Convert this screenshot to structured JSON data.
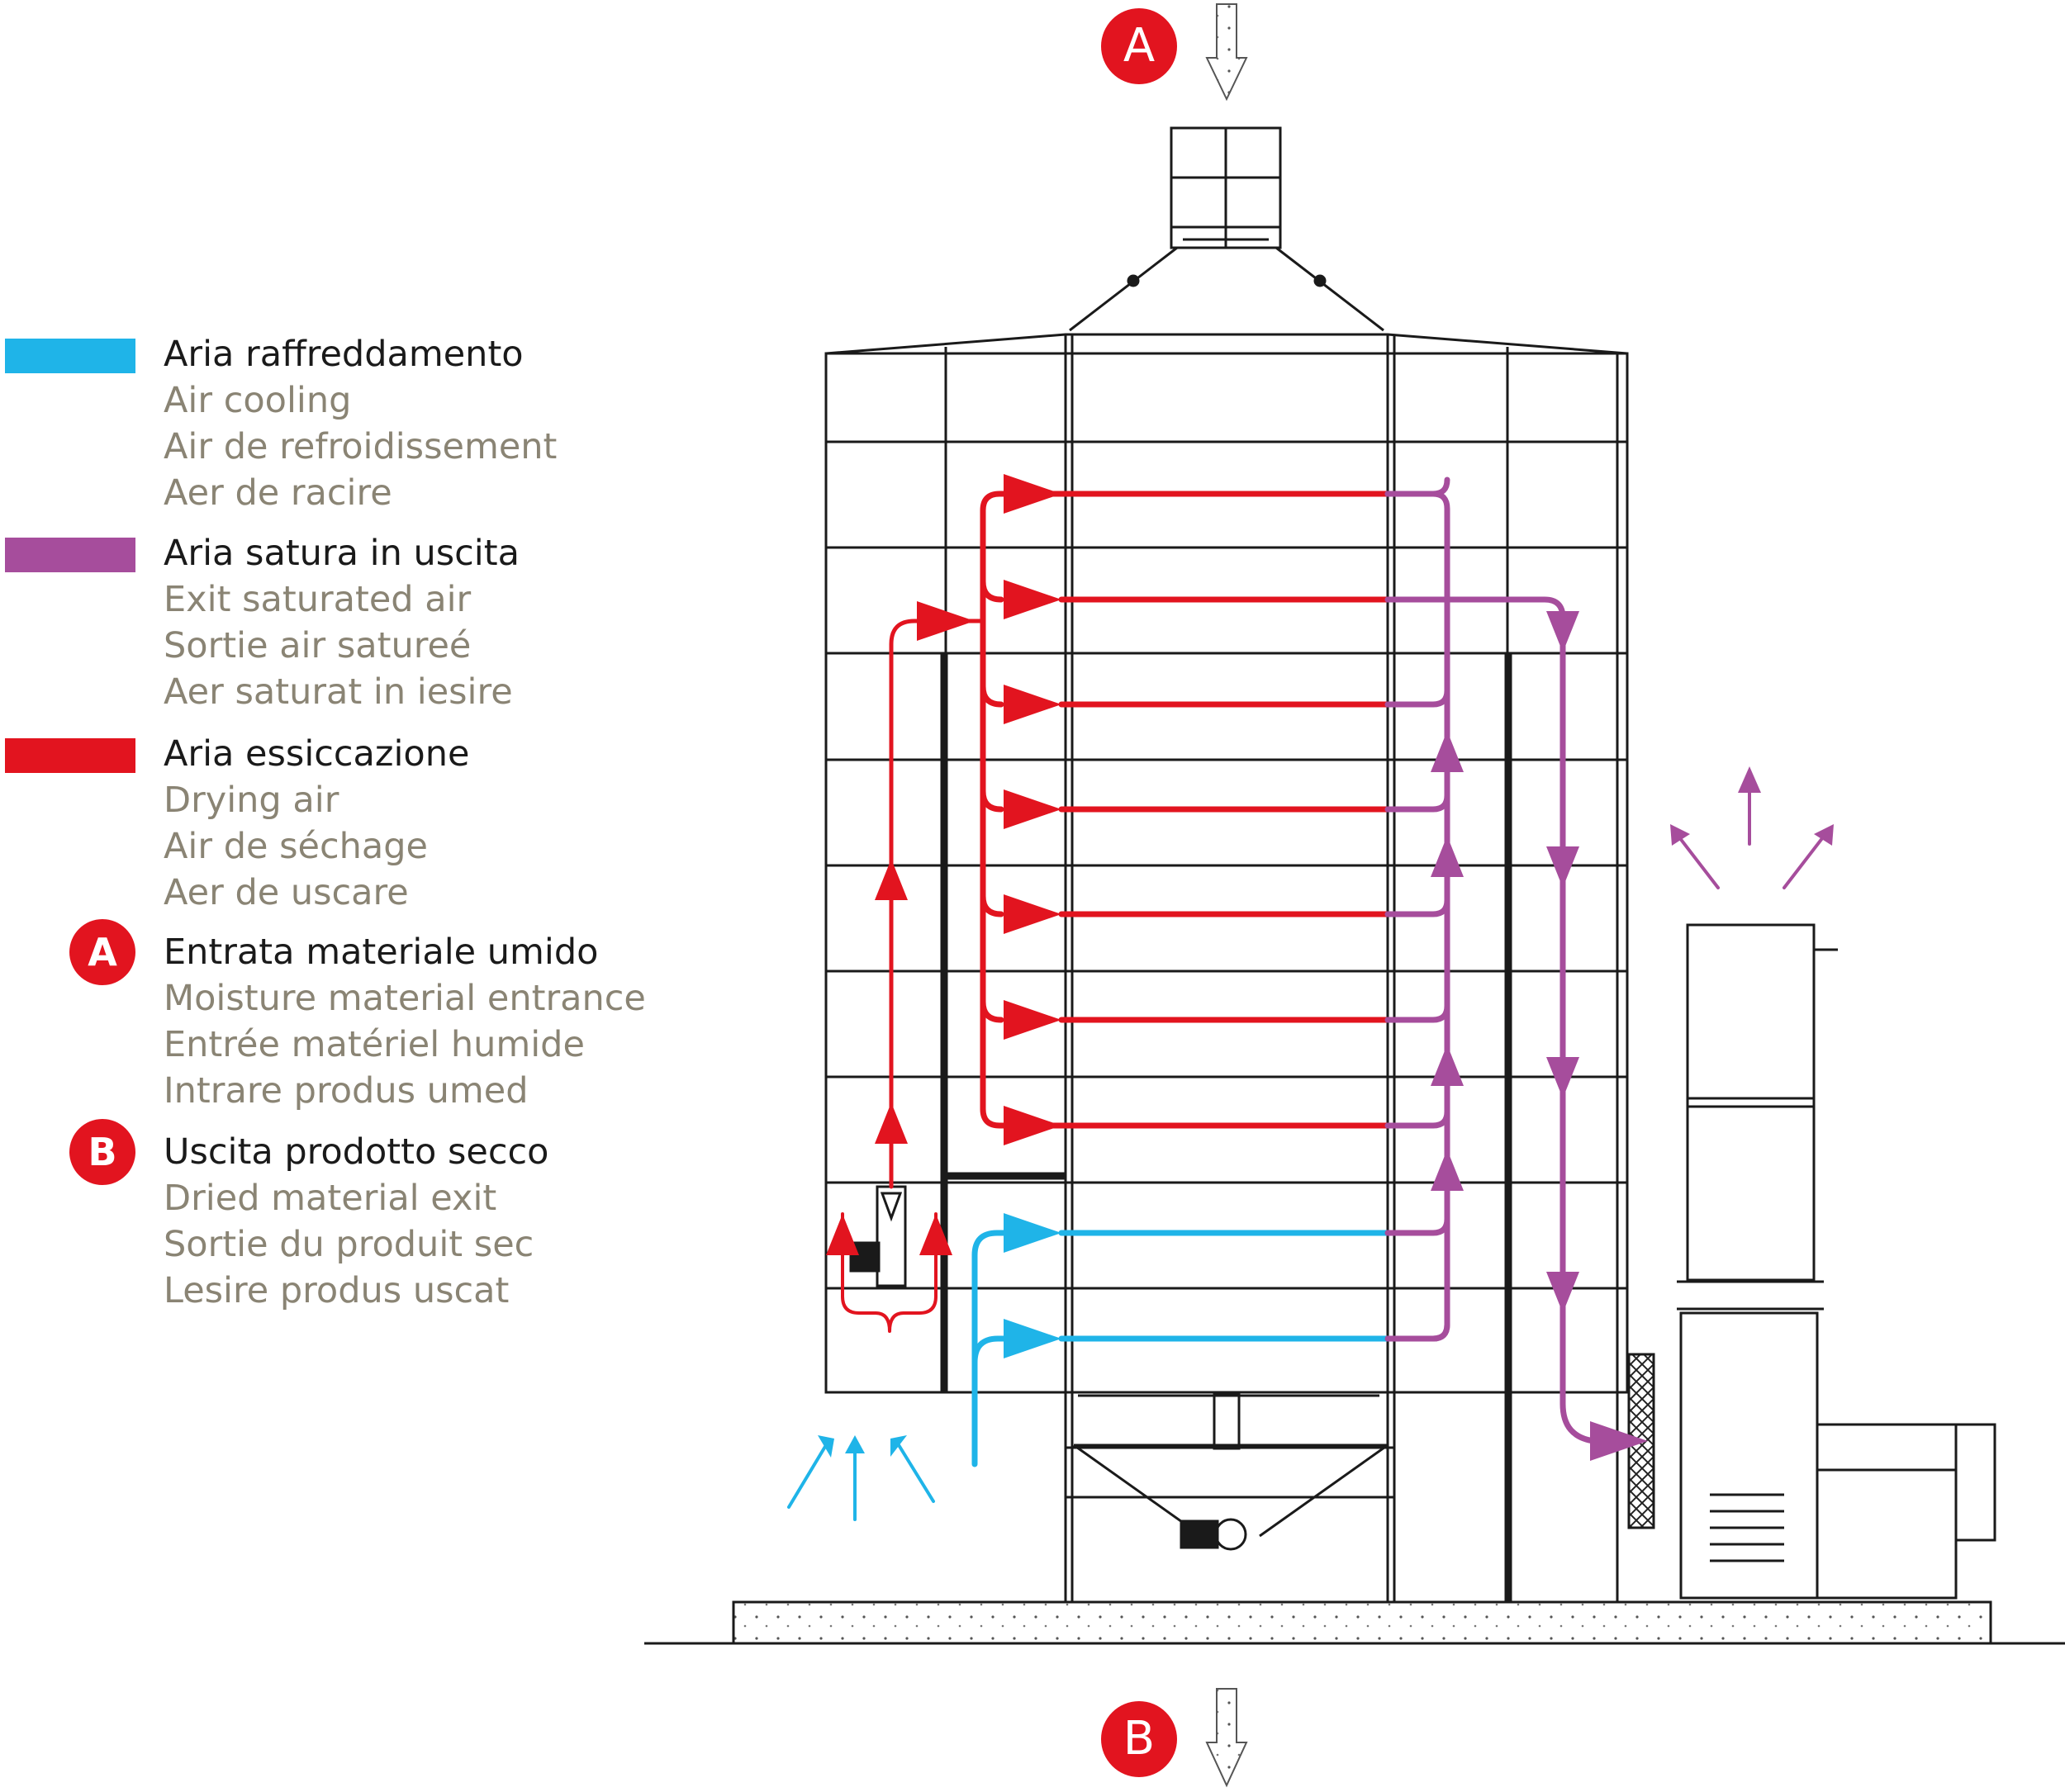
{
  "colors": {
    "cooling": "#1fb4e8",
    "saturated": "#a64d9c",
    "drying": "#e2141f",
    "structure": "#1a1a1a",
    "secondary_text": "#8a8474",
    "badge": "#e2141f"
  },
  "legend": {
    "cooling": {
      "head": "Aria raffreddamento",
      "lines": [
        "Air cooling",
        "Air de refroidissement",
        "Aer de racire"
      ]
    },
    "saturated": {
      "head": "Aria satura in uscita",
      "lines": [
        "Exit saturated air",
        "Sortie air satureé",
        "Aer saturat in iesire"
      ]
    },
    "drying": {
      "head": "Aria essiccazione",
      "lines": [
        "Drying air",
        "Air de séchage",
        "Aer de uscare"
      ]
    },
    "entrance": {
      "badge": "A",
      "head": "Entrata materiale umido",
      "lines": [
        "Moisture material entrance",
        "Entrée matériel humide",
        "Intrare produs umed"
      ]
    },
    "exit": {
      "badge": "B",
      "head": "Uscita prodotto secco",
      "lines": [
        "Dried material exit",
        "Sortie du produit sec",
        "Lesire produs uscat"
      ]
    }
  },
  "diagram": {
    "inlet_badge": "A",
    "outlet_badge": "B",
    "flows": {
      "drying_levels": 7,
      "cooling_levels": 2,
      "exhaust_arrows": 3,
      "intake_arrows": 3
    }
  }
}
